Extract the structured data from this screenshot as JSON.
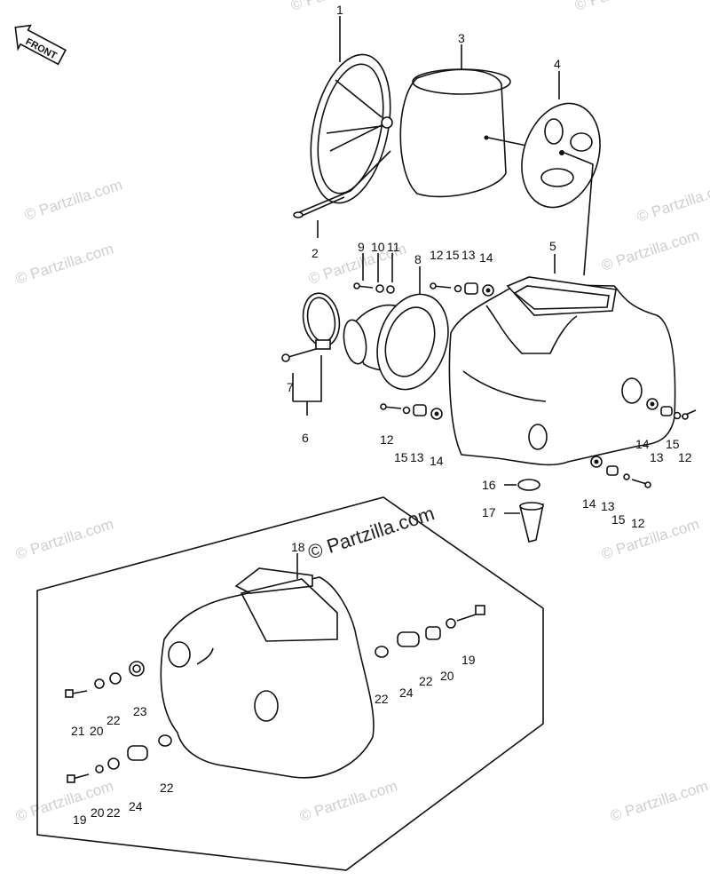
{
  "diagram": {
    "front_label": "FRONT",
    "watermark_text": "© Partzilla.com",
    "colors": {
      "ink": "#111111",
      "watermark": "#cfcfcf",
      "background": "#ffffff"
    },
    "callouts": [
      {
        "id": "c1",
        "text": "1"
      },
      {
        "id": "c2",
        "text": "2"
      },
      {
        "id": "c3",
        "text": "3"
      },
      {
        "id": "c4",
        "text": "4"
      },
      {
        "id": "c5",
        "text": "5"
      },
      {
        "id": "c6",
        "text": "6"
      },
      {
        "id": "c7",
        "text": "7"
      },
      {
        "id": "c8",
        "text": "8"
      },
      {
        "id": "c9",
        "text": "9"
      },
      {
        "id": "c10",
        "text": "10"
      },
      {
        "id": "c11",
        "text": "11"
      },
      {
        "id": "c12a",
        "text": "12"
      },
      {
        "id": "c15a",
        "text": "15"
      },
      {
        "id": "c13a",
        "text": "13"
      },
      {
        "id": "c14a",
        "text": "14"
      },
      {
        "id": "c12b",
        "text": "12"
      },
      {
        "id": "c15b",
        "text": "15"
      },
      {
        "id": "c13b",
        "text": "13"
      },
      {
        "id": "c14b",
        "text": "14"
      },
      {
        "id": "c14c",
        "text": "14"
      },
      {
        "id": "c13c",
        "text": "13"
      },
      {
        "id": "c15c",
        "text": "15"
      },
      {
        "id": "c12c",
        "text": "12"
      },
      {
        "id": "c14d",
        "text": "14"
      },
      {
        "id": "c13d",
        "text": "13"
      },
      {
        "id": "c15d",
        "text": "15"
      },
      {
        "id": "c12d",
        "text": "12"
      },
      {
        "id": "c16",
        "text": "16"
      },
      {
        "id": "c17",
        "text": "17"
      },
      {
        "id": "c18",
        "text": "18"
      },
      {
        "id": "c19a",
        "text": "19"
      },
      {
        "id": "c20a",
        "text": "20"
      },
      {
        "id": "c22a",
        "text": "22"
      },
      {
        "id": "c24a",
        "text": "24"
      },
      {
        "id": "c22b",
        "text": "22"
      },
      {
        "id": "c21",
        "text": "21"
      },
      {
        "id": "c20b",
        "text": "20"
      },
      {
        "id": "c22c",
        "text": "22"
      },
      {
        "id": "c23",
        "text": "23"
      },
      {
        "id": "c19b",
        "text": "19"
      },
      {
        "id": "c20c",
        "text": "20"
      },
      {
        "id": "c22d",
        "text": "22"
      },
      {
        "id": "c24b",
        "text": "24"
      },
      {
        "id": "c22e",
        "text": "22"
      }
    ]
  }
}
